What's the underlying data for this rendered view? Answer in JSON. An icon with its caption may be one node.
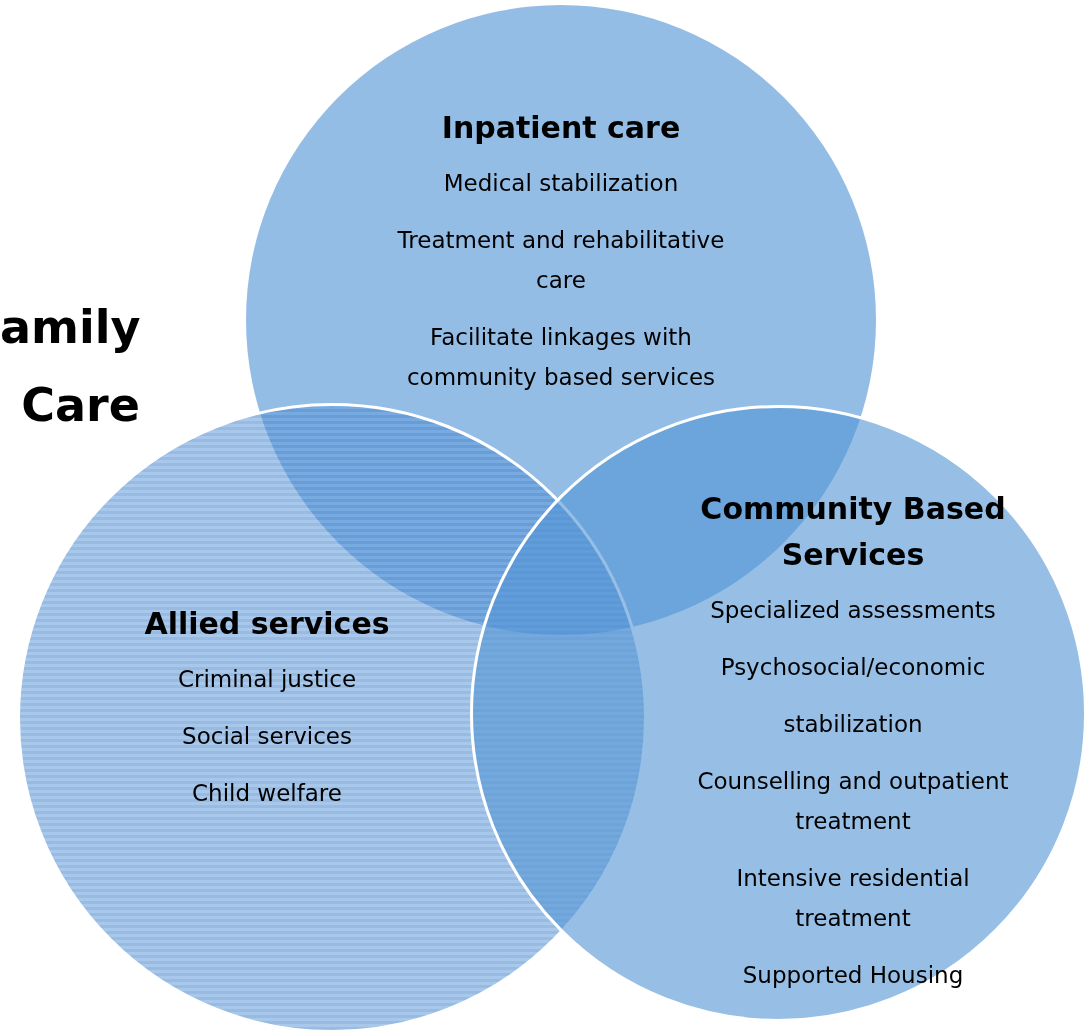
{
  "diagram": {
    "nodes": [
      {
        "text": [
          "Inpatient care",
          "Medical stabilization",
          "Treatment and rehabilitative care",
          "Facilitate linkages with community based services"
        ]
      },
      {
        "text": [
          "Allied services",
          "Criminal justice",
          "Social services",
          "Child welfare"
        ]
      },
      {
        "text": [
          "Community Based Services",
          "Specialized assessments",
          "Psychosocial/economic",
          "stabilization",
          "Counselling and outpatient treatment",
          "Intensive residential treatment",
          "Supported Housing"
        ]
      }
    ],
    "labels": [
      "amily Care"
    ]
  }
}
